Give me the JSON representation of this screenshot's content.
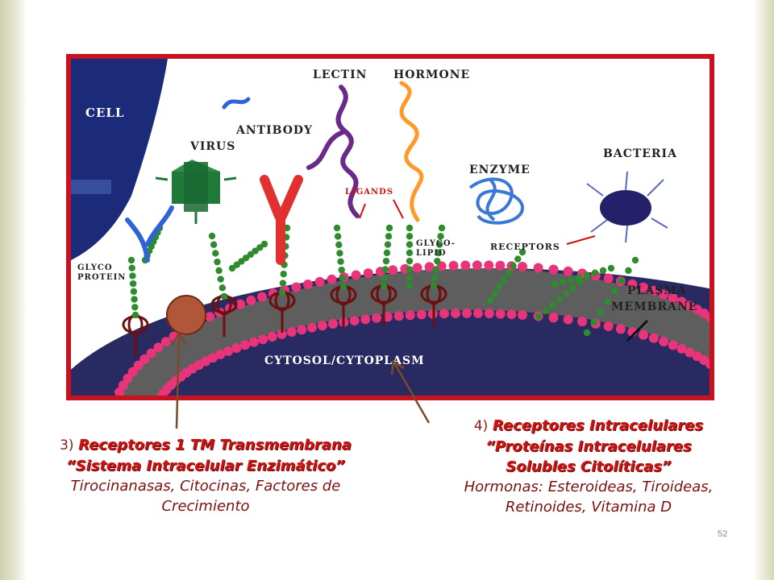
{
  "diagram": {
    "labels": {
      "cell": "CELL",
      "virus": "VIRUS",
      "antibody": "ANTIBODY",
      "lectin": "LECTIN",
      "hormone": "HORMONE",
      "enzyme": "ENZYME",
      "bacteria": "BACTERIA",
      "ligands": "LIGANDS",
      "glyco_lipid_1": "GLYCO-",
      "glyco_lipid_2": "LIPID",
      "receptors": "RECEPTORS",
      "glyco_protein_1": "GLYCO",
      "glyco_protein_2": "PROTEIN",
      "plasma": "PLASMA",
      "membrane": "MEMBRANE",
      "cytosol": "CYTOSOL/CYTOPLASM"
    },
    "colors": {
      "frame": "#c9121f",
      "cytoplasm": "#2a2a63",
      "membrane_gray": "#5e5e5e",
      "lipid_heads": "#e8357a",
      "chain_green": "#2e8b2e",
      "receptor_knot": "#6b0f0f",
      "virus": "#1f7a3a",
      "antibody": "#e03030",
      "lectin": "#6a2a8a",
      "hormone": "#ff9a2a",
      "enzyme": "#3a78d6",
      "bacteria": "#25206a",
      "cell_blue": "#1c2a7a",
      "marker": "#b0573a"
    }
  },
  "captions": {
    "left": {
      "number": "3)",
      "title": "Receptores 1 TM Transmembrana",
      "subtitle": "“Sistema Intracelular Enzimático”",
      "body": "Tirocinanasas, Citocinas, Factores de Crecimiento"
    },
    "right": {
      "number": "4)",
      "title": "Receptores Intracelulares",
      "subtitle_1": "“Proteínas Intracelulares",
      "subtitle_2": "Solubles Citolíticas”",
      "body_1": "Hormonas: Esteroideas, Tiroideas,",
      "body_2": "Retinoides, Vitamina D"
    }
  },
  "page_number": "52"
}
